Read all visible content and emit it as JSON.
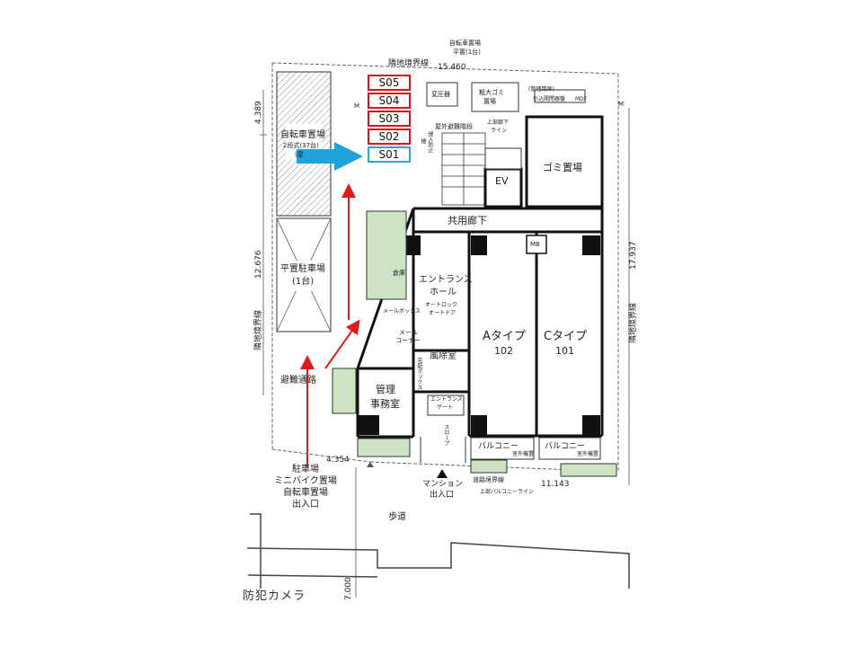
{
  "labels": {
    "bike_parking_2tier": "自転車置場",
    "bike_parking_2tier_sub": "2段式(37台)",
    "bike_parking_2tier_sub2": "(屋",
    "flat_parking": "平置駐車場",
    "flat_parking_sub": "(1台)",
    "escape_route": "避難通路",
    "parking_entrance_1": "駐車場",
    "parking_entrance_2": "ミニバイク置場",
    "parking_entrance_3": "自転車置場",
    "parking_entrance_4": "出入口",
    "neighbor_boundary_top": "隣地境界線",
    "neighbor_boundary_left": "隣地境界線",
    "neighbor_boundary_right": "隣地境界線",
    "bike_flat_1": "自転車置場",
    "bike_flat_2": "平置(1台)",
    "transformer": "変圧器",
    "bulky_garbage_1": "粗大ゴミ",
    "bulky_garbage_2": "置場",
    "management_room": "(管理用扉)",
    "lead_in": "引込開閉器盤",
    "mdf": "MDF",
    "outdoor_stairs": "屋外避難階段",
    "upper_floor_line_1": "上部廊下",
    "upper_floor_line_2": "ライン",
    "intrusion_1": "侵入防止",
    "intrusion_2": "柵",
    "garbage": "ゴミ置場",
    "ev": "EV",
    "corridor": "共用廊下",
    "mb": "MB",
    "storage": "倉庫",
    "entrance_hall_1": "エントランス",
    "entrance_hall_2": "ホール",
    "autolock_1": "オートロック",
    "autolock_2": "オートドア",
    "mailbox": "メールボックス",
    "mail_corner_1": "メール",
    "mail_corner_2": "コーナー",
    "delivery_box": "宅配ボックス",
    "windbreak": "風除室",
    "type_a": "Aタイプ",
    "unit_a": "102",
    "type_c": "Cタイプ",
    "unit_c": "101",
    "office_1": "管理",
    "office_2": "事務室",
    "entrance_gate_1": "エントランス",
    "entrance_gate_2": "ゲート",
    "slope": "スロープ",
    "balcony": "バルコニー",
    "outdoor_unit": "室外機置",
    "road_boundary": "道路境界線",
    "mansion_entrance_1": "マンション",
    "mansion_entrance_2": "出入口",
    "upper_balcony": "上部バルコニーライン",
    "sidewalk": "歩道",
    "camera": "防犯カメラ",
    "dim_top": "15.460",
    "dim_left_top": "4.389",
    "dim_left_mid": "12.676",
    "dim_right": "17.937",
    "dim_bottom_left": "4.354",
    "dim_bottom_right": "11.143",
    "dim_bottom_vert": "7.000",
    "cam_left": "M",
    "cam_right": "M"
  },
  "slots": [
    {
      "label": "S05",
      "selected": false
    },
    {
      "label": "S04",
      "selected": false
    },
    {
      "label": "S03",
      "selected": false
    },
    {
      "label": "S02",
      "selected": false
    },
    {
      "label": "S01",
      "selected": true
    }
  ],
  "colors": {
    "slot_border": "#d01818",
    "slot_selected": "#2aa8dc",
    "pointer_arrow": "#1fa3dc",
    "route_arrow": "#e01a1a",
    "planting": "#cde3c3",
    "wall": "#111111"
  }
}
